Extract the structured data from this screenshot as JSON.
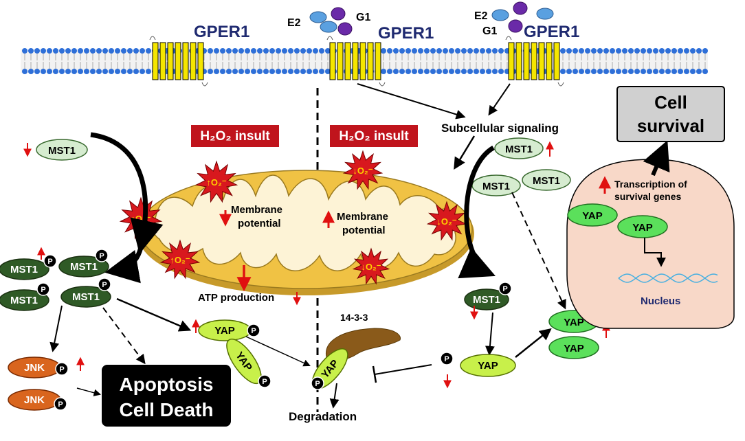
{
  "receptors": [
    {
      "label": "GPER1"
    },
    {
      "label": "GPER1"
    },
    {
      "label": "GPER1"
    }
  ],
  "ligands": {
    "e2_left": "E2",
    "g1_left": "G1",
    "e2_right": "E2",
    "g1_right": "G1"
  },
  "insult": {
    "left": "H₂O₂ insult",
    "right": "H₂O₂ insult"
  },
  "ros": {
    "left_top": "↑O₂⁻",
    "left_edge": "↑O₂⁻",
    "left_bottom": "↑O₂⁻",
    "right_top": "↓O₂⁻",
    "right_edge": "↓O₂⁻",
    "right_bottom": "↓O₂⁻"
  },
  "mito": {
    "left_label_1": "Membrane",
    "left_label_2": "potential",
    "right_label_1": "Membrane",
    "right_label_2": "potential",
    "atp": "ATP production"
  },
  "signaling": "Subcellular signaling",
  "survival": {
    "line1": "Cell",
    "line2": "survival"
  },
  "transcription": {
    "line1": "Transcription of",
    "line2": "survival genes"
  },
  "nucleus": "Nucleus",
  "proteins": {
    "mst1": "MST1",
    "yap": "YAP",
    "jnk": "JNK",
    "p": "P",
    "adaptor": "14-3-3"
  },
  "apoptosis": {
    "line1": "Apoptosis",
    "line2": "Cell Death"
  },
  "degradation": "Degradation",
  "colors": {
    "membrane_head": "#2e6fd8",
    "receptor": "#f5e600",
    "insult_box": "#c0141c",
    "mito_outer": "#f0c244",
    "mito_inner": "#fdf3d6",
    "ros_star": "#d8181e",
    "mst1_light": "#d6ecd0",
    "mst1_dark": "#2f5a26",
    "yap_light": "#c8f04a",
    "yap_green": "#5be05b",
    "jnk": "#d9651e",
    "adaptor": "#8a5a1a",
    "nucleus": "#f8d8c8",
    "survival_box": "#d0d0d0",
    "arrow_up": "#e01010"
  }
}
